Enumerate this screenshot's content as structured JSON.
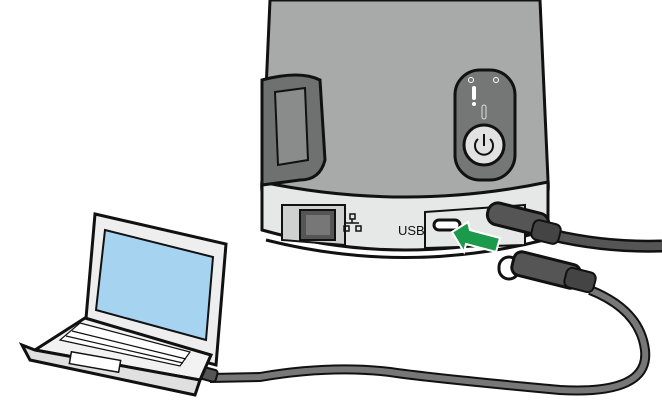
{
  "illustration": {
    "description": "Connecting a laptop to the device with a USB cable",
    "device": {
      "port_label_usb": "USB",
      "network_port_icon": "lan-icon",
      "power_button_icon": "power-icon",
      "alert_indicator_icon": "exclamation-icon"
    },
    "arrow": {
      "color": "#1a9a4a",
      "meaning": "insert cable into USB port"
    },
    "colors": {
      "device_body": "#a8aaa9",
      "device_base": "#e6e7e7",
      "laptop_screen": "#a6d3f0",
      "laptop_body": "#eeeeee",
      "cable": "#555555",
      "outline": "#111111"
    }
  }
}
